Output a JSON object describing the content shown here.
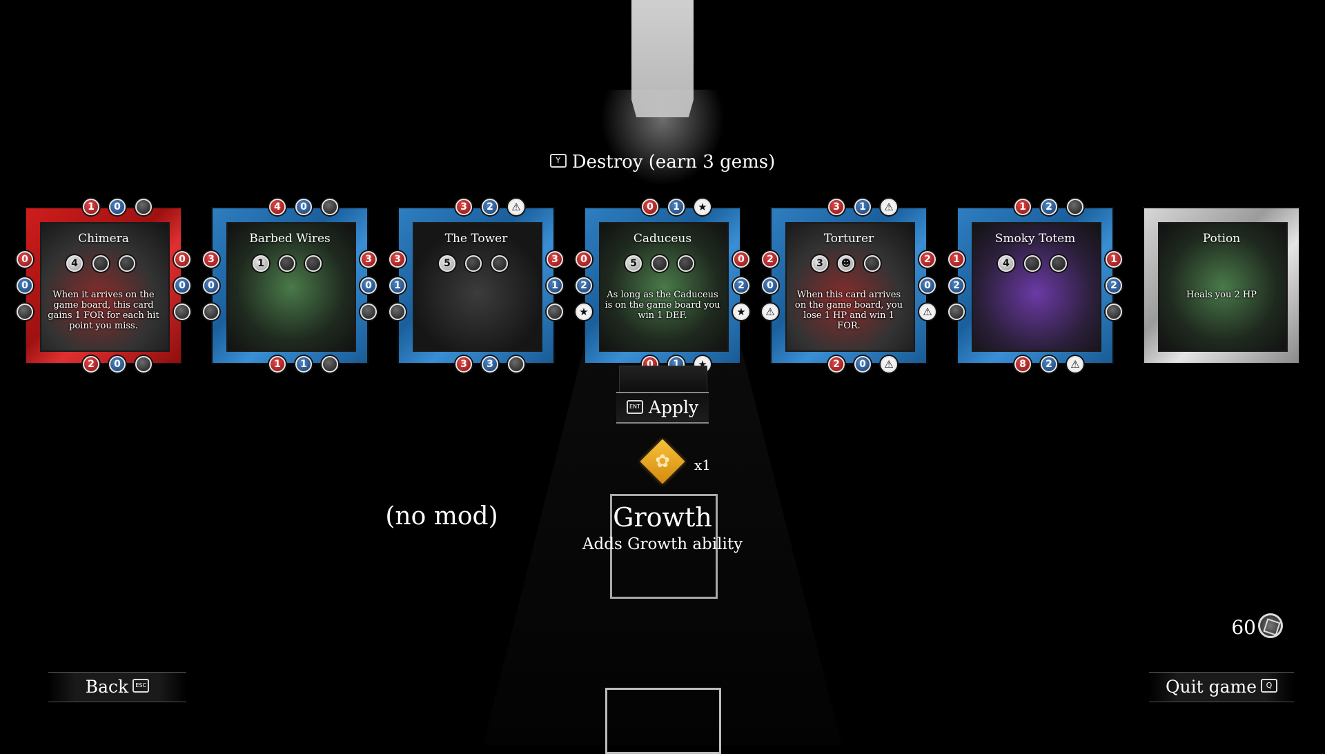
{
  "prompt": {
    "key": "Y",
    "text": "Destroy (earn 3 gems)"
  },
  "cards": [
    {
      "name": "Chimera",
      "frame": "red",
      "art": "redglow",
      "desc": "When it arrives on the game board, this card gains 1 FOR for each hit point you miss.",
      "top": [
        "1",
        "0",
        ""
      ],
      "top_types": [
        "r",
        "b",
        "g"
      ],
      "left": [
        "0",
        "0",
        ""
      ],
      "left_types": [
        "r",
        "b",
        "g"
      ],
      "right": [
        "0",
        "0",
        ""
      ],
      "right_types": [
        "r",
        "b",
        "g"
      ],
      "bottom": [
        "2",
        "0",
        ""
      ],
      "bottom_types": [
        "r",
        "b",
        "g"
      ],
      "stats": [
        "4",
        "",
        ""
      ]
    },
    {
      "name": "Barbed Wires",
      "frame": "blue",
      "art": "green",
      "desc": "",
      "top": [
        "4",
        "0",
        ""
      ],
      "top_types": [
        "r",
        "b",
        "g"
      ],
      "left": [
        "3",
        "0",
        ""
      ],
      "left_types": [
        "r",
        "b",
        "g"
      ],
      "right": [
        "3",
        "0",
        ""
      ],
      "right_types": [
        "r",
        "b",
        "g"
      ],
      "bottom": [
        "1",
        "1",
        ""
      ],
      "bottom_types": [
        "r",
        "b",
        "g"
      ],
      "stats": [
        "1",
        "",
        ""
      ]
    },
    {
      "name": "The Tower",
      "frame": "blue",
      "art": "dark",
      "desc": "",
      "top": [
        "3",
        "2",
        "⚠"
      ],
      "top_types": [
        "r",
        "b",
        "w"
      ],
      "left": [
        "3",
        "1",
        ""
      ],
      "left_types": [
        "r",
        "b",
        "g"
      ],
      "right": [
        "3",
        "1",
        ""
      ],
      "right_types": [
        "r",
        "b",
        "g"
      ],
      "bottom": [
        "3",
        "3",
        ""
      ],
      "bottom_types": [
        "r",
        "b",
        "g"
      ],
      "stats": [
        "5",
        "",
        ""
      ]
    },
    {
      "name": "Caduceus",
      "frame": "blue",
      "art": "green",
      "desc": "As long as the Caduceus is on the game board you win 1 DEF.",
      "top": [
        "0",
        "1",
        "★"
      ],
      "top_types": [
        "r",
        "b",
        "w"
      ],
      "left": [
        "0",
        "2",
        "★"
      ],
      "left_types": [
        "r",
        "b",
        "w"
      ],
      "right": [
        "0",
        "2",
        "★"
      ],
      "right_types": [
        "r",
        "b",
        "w"
      ],
      "bottom": [
        "0",
        "1",
        "★"
      ],
      "bottom_types": [
        "r",
        "b",
        "w"
      ],
      "stats": [
        "5",
        "",
        ""
      ]
    },
    {
      "name": "Torturer",
      "frame": "blue",
      "art": "redglow",
      "desc": "When this card arrives on the game board, you lose 1 HP and win 1 FOR.",
      "top": [
        "3",
        "1",
        "⚠"
      ],
      "top_types": [
        "r",
        "b",
        "w"
      ],
      "left": [
        "2",
        "0",
        "⚠"
      ],
      "left_types": [
        "r",
        "b",
        "w"
      ],
      "right": [
        "2",
        "0",
        "⚠"
      ],
      "right_types": [
        "r",
        "b",
        "w"
      ],
      "bottom": [
        "2",
        "0",
        "⚠"
      ],
      "bottom_types": [
        "r",
        "b",
        "w"
      ],
      "stats": [
        "3",
        "☻",
        ""
      ]
    },
    {
      "name": "Smoky Totem",
      "frame": "blue",
      "art": "purple",
      "desc": "",
      "top": [
        "1",
        "2",
        ""
      ],
      "top_types": [
        "r",
        "b",
        "g"
      ],
      "left": [
        "1",
        "2",
        ""
      ],
      "left_types": [
        "r",
        "b",
        "g"
      ],
      "right": [
        "1",
        "2",
        ""
      ],
      "right_types": [
        "r",
        "b",
        "g"
      ],
      "bottom": [
        "8",
        "2",
        "⚠"
      ],
      "bottom_types": [
        "r",
        "b",
        "w"
      ],
      "stats": [
        "4",
        "",
        ""
      ]
    },
    {
      "name": "Potion",
      "frame": "silver",
      "art": "green",
      "desc": "Heals you 2 HP",
      "top": [],
      "top_types": [],
      "left": [],
      "left_types": [],
      "right": [],
      "right_types": [],
      "bottom": [],
      "bottom_types": [],
      "stats": []
    }
  ],
  "apply": {
    "key": "ENT",
    "label": "Apply"
  },
  "mod": {
    "count": "x1",
    "name": "Growth",
    "desc": "Adds Growth ability",
    "icon": "growth-icon",
    "color": "#f1b52c"
  },
  "no_mod": "(no mod)",
  "gems_total": "60",
  "back": {
    "label": "Back",
    "key": "ESC"
  },
  "quit": {
    "label": "Quit game",
    "key": "Q"
  }
}
